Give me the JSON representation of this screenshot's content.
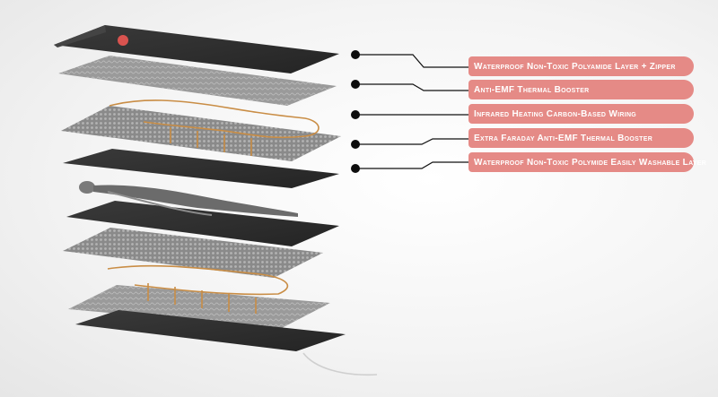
{
  "colors": {
    "label_bg": "#e58a86",
    "label_text": "#ffffff",
    "connector": "#111111",
    "dark_layer": "#2e2e2e",
    "mesh_layer": "#7b7b7b",
    "wire": "#c98d45"
  },
  "callouts": [
    {
      "label": "Waterproof Non-Toxic Polyamide Layer + Zipper",
      "icon": "bullet-dot"
    },
    {
      "label": "Anti-EMF Thermal Booster",
      "icon": "bullet-dot"
    },
    {
      "label": "Infrared Heating Carbon-Based Wiring",
      "icon": "bullet-dot"
    },
    {
      "label": "Extra Faraday Anti-EMF Thermal Booster",
      "icon": "bullet-dot"
    },
    {
      "label": "Waterproof Non-Toxic Polymide Easily Washable Layer",
      "icon": "bullet-dot"
    }
  ],
  "layers": [
    {
      "name": "top-cover-layer",
      "kind": "dark"
    },
    {
      "name": "thermal-booster-layer",
      "kind": "mesh"
    },
    {
      "name": "carbon-wiring-layer",
      "kind": "mesh-wire"
    },
    {
      "name": "faraday-layer",
      "kind": "dark"
    },
    {
      "name": "body-rest-layer",
      "kind": "dark"
    },
    {
      "name": "lower-mesh-layer",
      "kind": "mesh"
    },
    {
      "name": "lower-wiring-layer",
      "kind": "mesh-wire"
    },
    {
      "name": "base-layer",
      "kind": "dark"
    }
  ]
}
